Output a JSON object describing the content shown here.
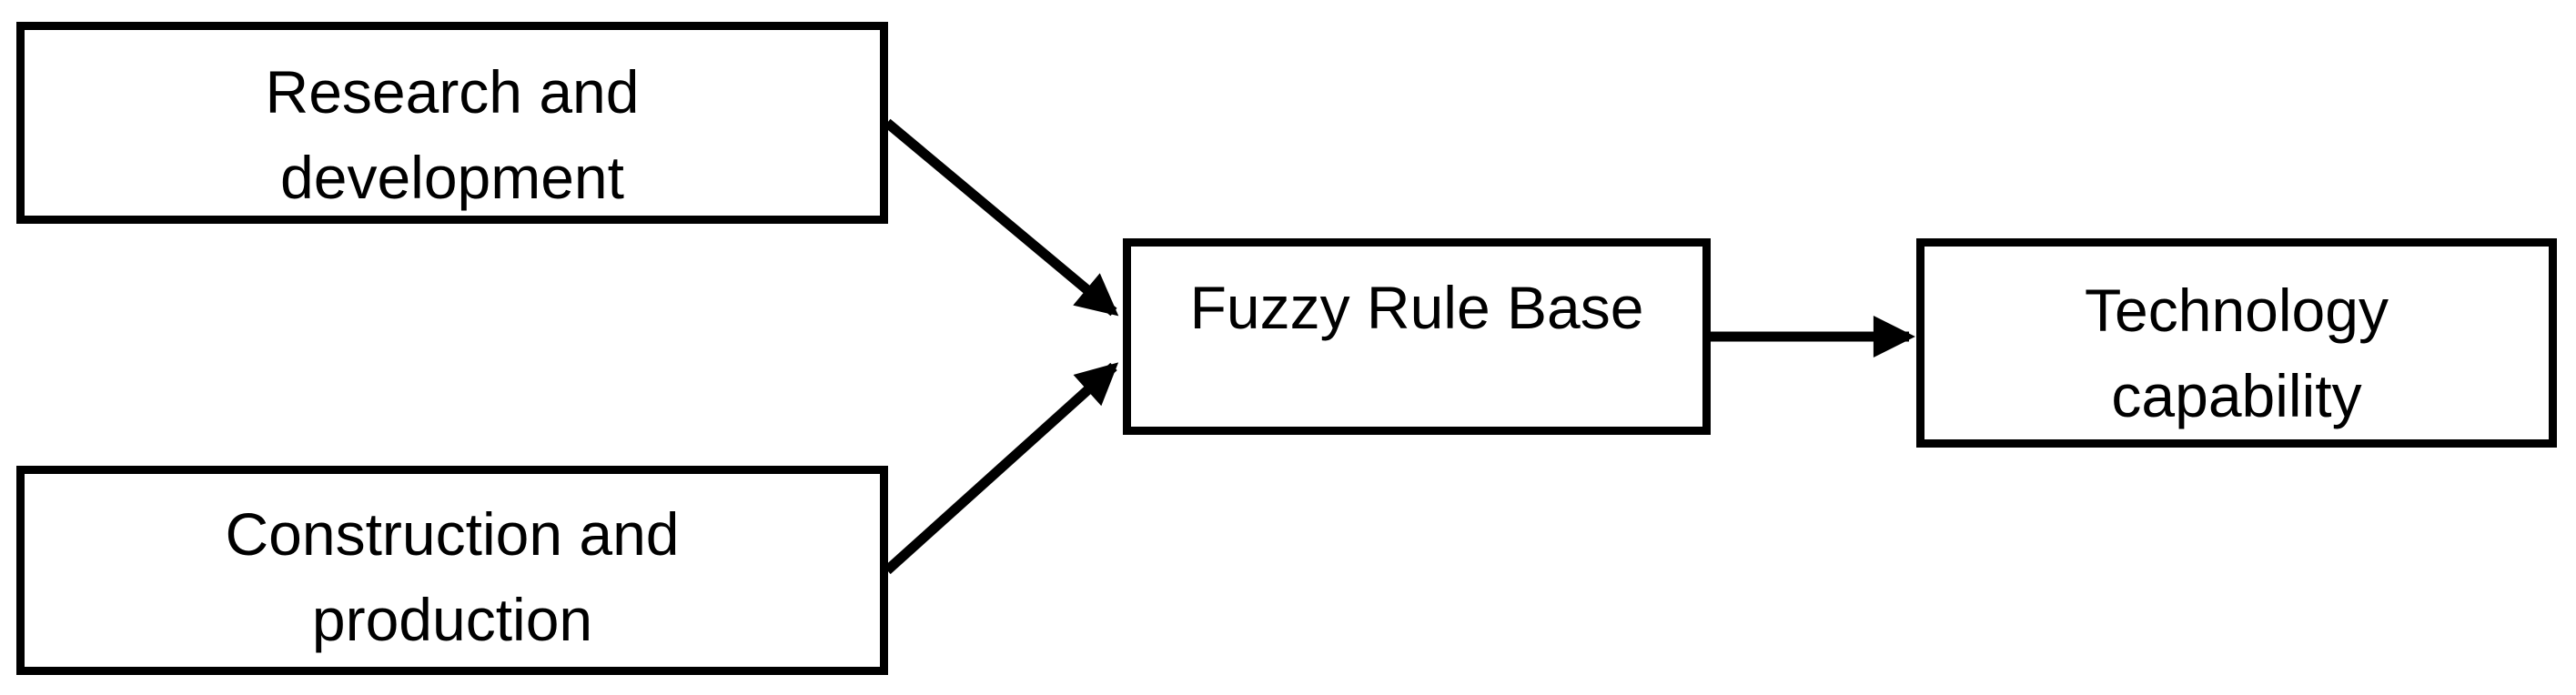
{
  "diagram": {
    "background_color": "#ffffff",
    "line_color": "#000000",
    "text_color": "#000000",
    "nodes": [
      {
        "id": "research-and-development",
        "lines": [
          "Research and",
          "development"
        ]
      },
      {
        "id": "construction-and-production",
        "lines": [
          "Construction and",
          "production"
        ]
      },
      {
        "id": "fuzzy-rule-base",
        "lines": [
          "Fuzzy Rule Base"
        ]
      },
      {
        "id": "technology-capability",
        "lines": [
          "Technology",
          "capability"
        ]
      }
    ],
    "edges": [
      {
        "from": "research-and-development",
        "to": "fuzzy-rule-base",
        "style": "solid-arrow"
      },
      {
        "from": "construction-and-production",
        "to": "fuzzy-rule-base",
        "style": "solid-arrow"
      },
      {
        "from": "fuzzy-rule-base",
        "to": "technology-capability",
        "style": "solid-arrow"
      }
    ]
  }
}
